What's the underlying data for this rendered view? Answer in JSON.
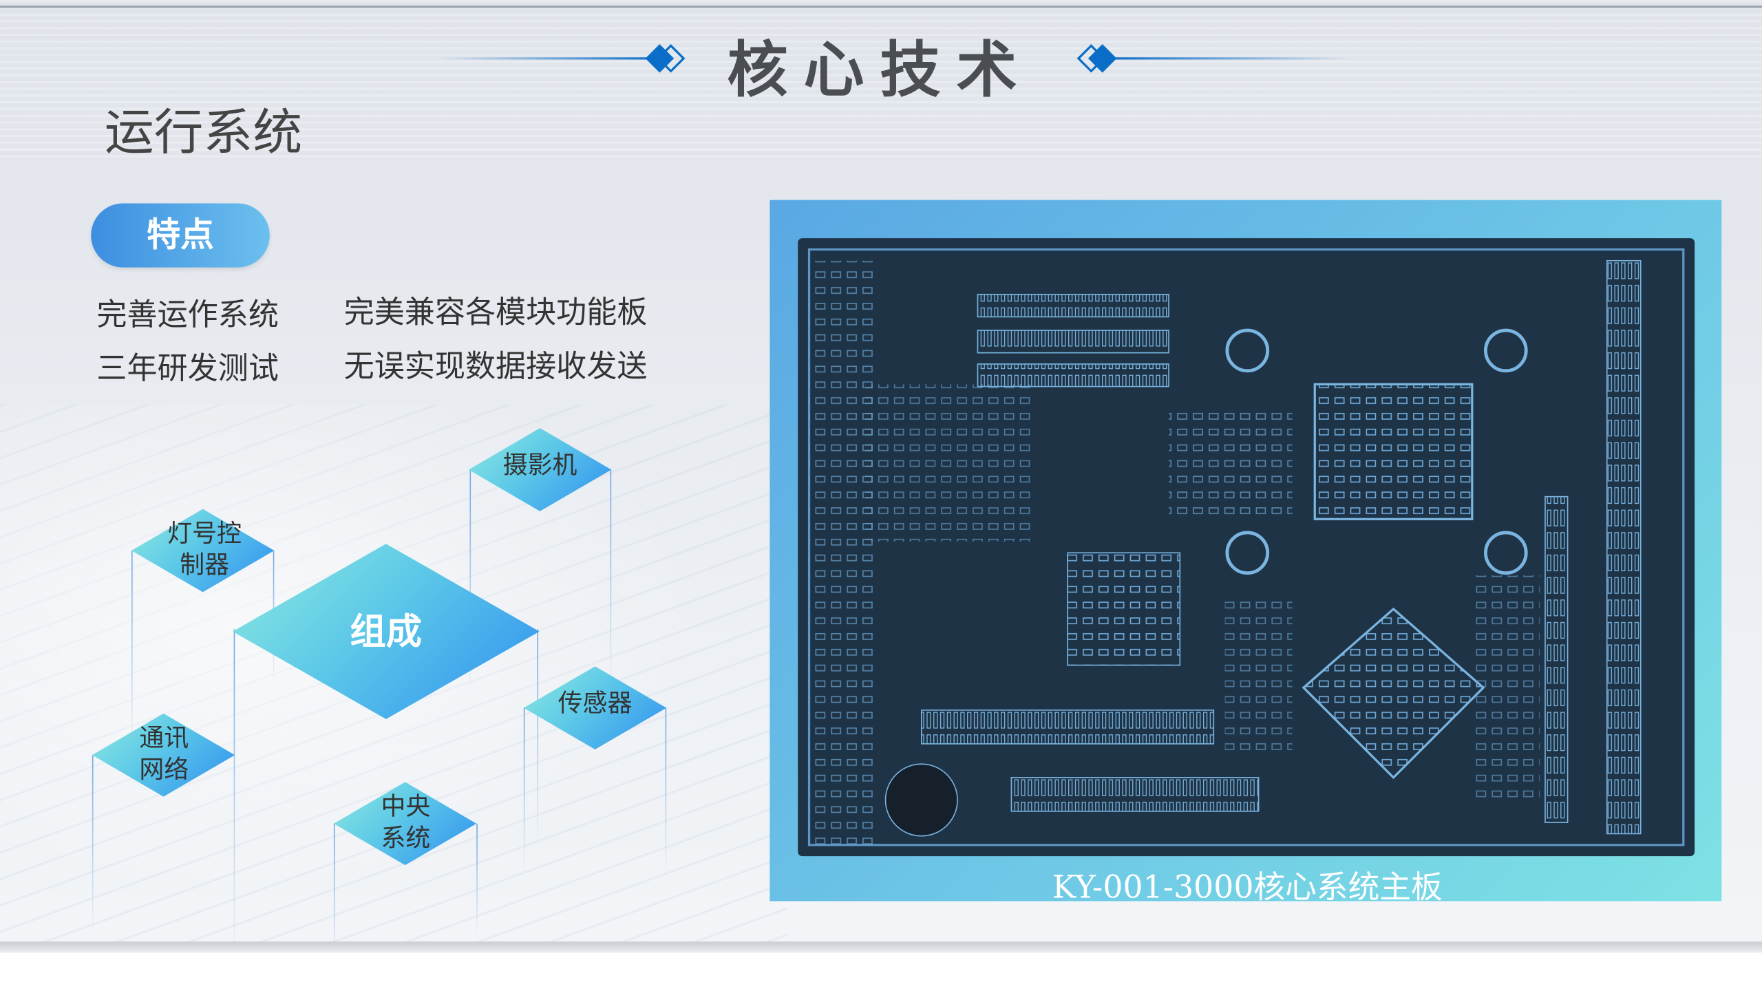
{
  "header": {
    "title": "核心技术"
  },
  "section": {
    "title": "运行系统"
  },
  "features": {
    "badge": "特点",
    "items": [
      [
        "完善运作系统",
        "完美兼容各模块功能板"
      ],
      [
        "三年研发测试",
        "无误实现数据接收发送"
      ]
    ]
  },
  "composition": {
    "center": "组成",
    "nodes": {
      "camera": "摄影机",
      "signal": "灯号控制器",
      "sensor": "传感器",
      "network": "通讯网络",
      "central": "中央系统"
    }
  },
  "board": {
    "caption": "KY-001-3000核心系统主板"
  },
  "colors": {
    "accent": "#0a6ec8",
    "pill": "#3d8ee0",
    "board": "#1e3346"
  }
}
